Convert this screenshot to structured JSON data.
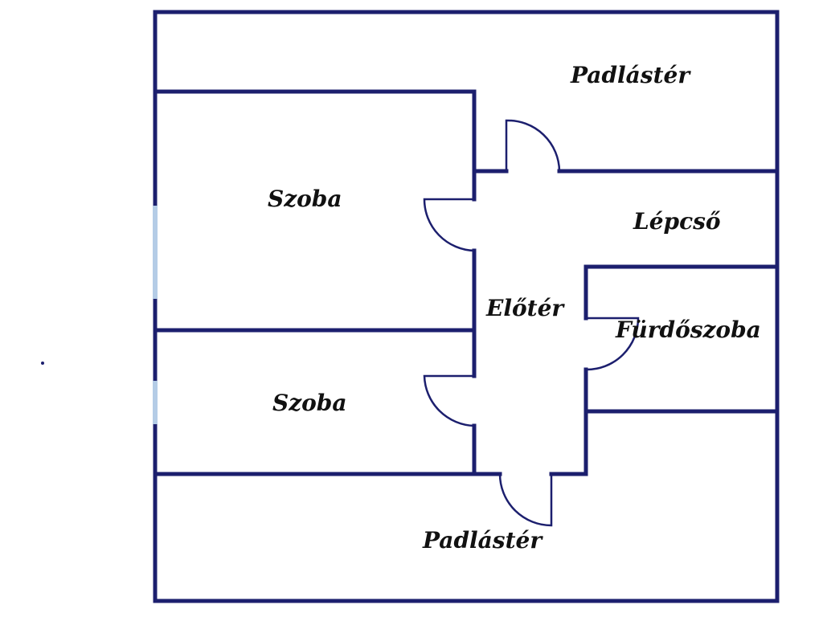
{
  "floor_plan": {
    "colors": {
      "wall": "#1c1f6e",
      "window": "#b4cce6",
      "label": "#111111",
      "background": "#ffffff"
    },
    "rooms": {
      "attic_top": "Padlástér",
      "room_upper": "Szoba",
      "stairs": "Lépcső",
      "hallway": "Előtér",
      "bathroom": "Fürdőszoba",
      "room_lower": "Szoba",
      "attic_bottom": "Padlástér"
    }
  }
}
